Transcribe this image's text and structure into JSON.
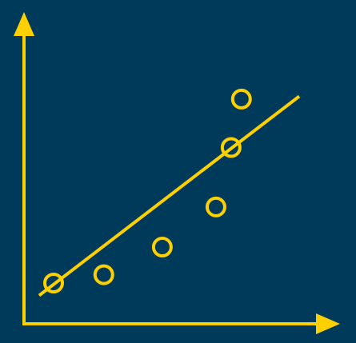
{
  "colors": {
    "background": "#003a5b",
    "foreground": "#ffd000"
  },
  "chart_data": {
    "type": "scatter",
    "title": "",
    "xlabel": "",
    "ylabel": "",
    "grid": false,
    "axes_arrows": true,
    "tick_labels": false,
    "points": [
      {
        "x": 0.0,
        "y": 0.0
      },
      {
        "x": 0.73,
        "y": 0.06
      },
      {
        "x": 1.58,
        "y": 0.26
      },
      {
        "x": 2.36,
        "y": 0.55
      },
      {
        "x": 2.58,
        "y": 0.98
      },
      {
        "x": 2.73,
        "y": 1.33
      }
    ],
    "trend_line": {
      "start": {
        "x": -0.21,
        "y": -0.09
      },
      "end": {
        "x": 3.57,
        "y": 1.35
      }
    }
  }
}
